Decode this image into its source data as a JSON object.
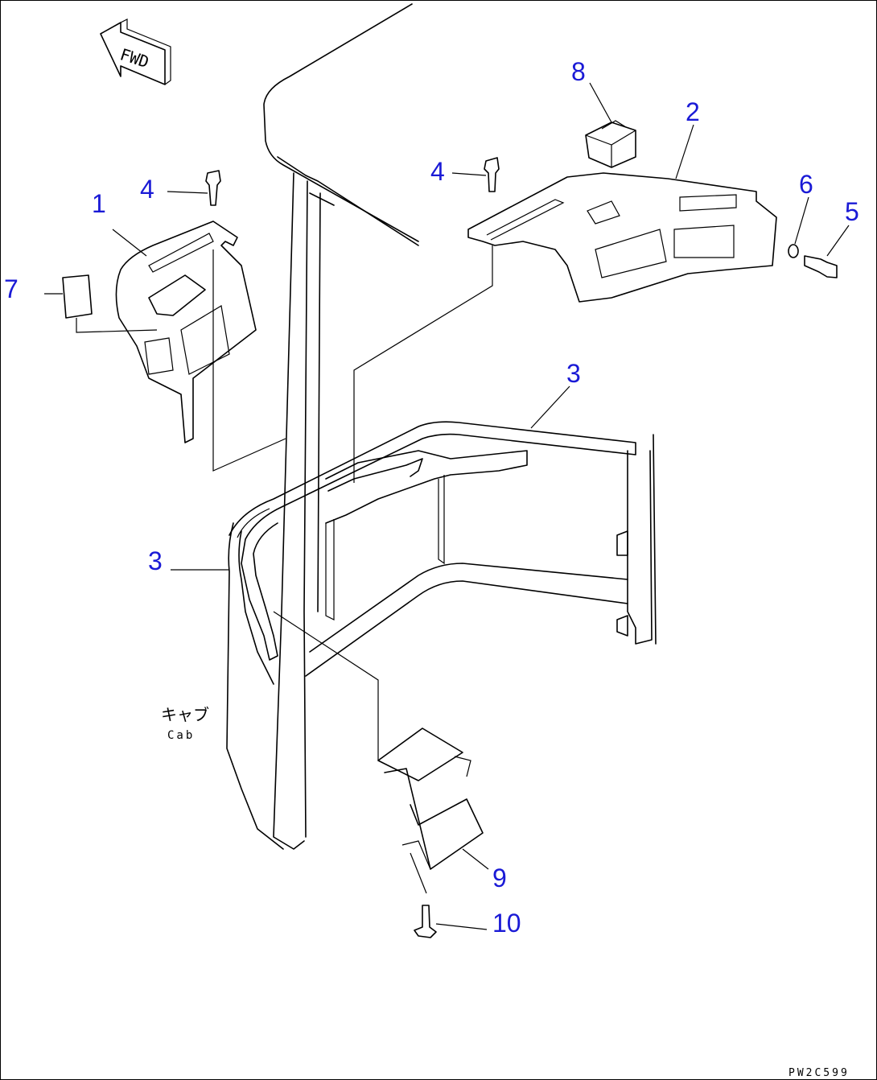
{
  "fwd_label": "FWD",
  "cab_label_jp": "キャブ",
  "cab_label_en": "Cab",
  "drawing_ref": "PW2C599",
  "callouts": {
    "c1": "1",
    "c2": "2",
    "c3a": "3",
    "c3b": "3",
    "c4a": "4",
    "c4b": "4",
    "c5": "5",
    "c6": "6",
    "c7": "7",
    "c8": "8",
    "c9": "9",
    "c10": "10"
  },
  "colors": {
    "callout": "#1a1ad6",
    "line": "#000000",
    "background": "#ffffff"
  }
}
